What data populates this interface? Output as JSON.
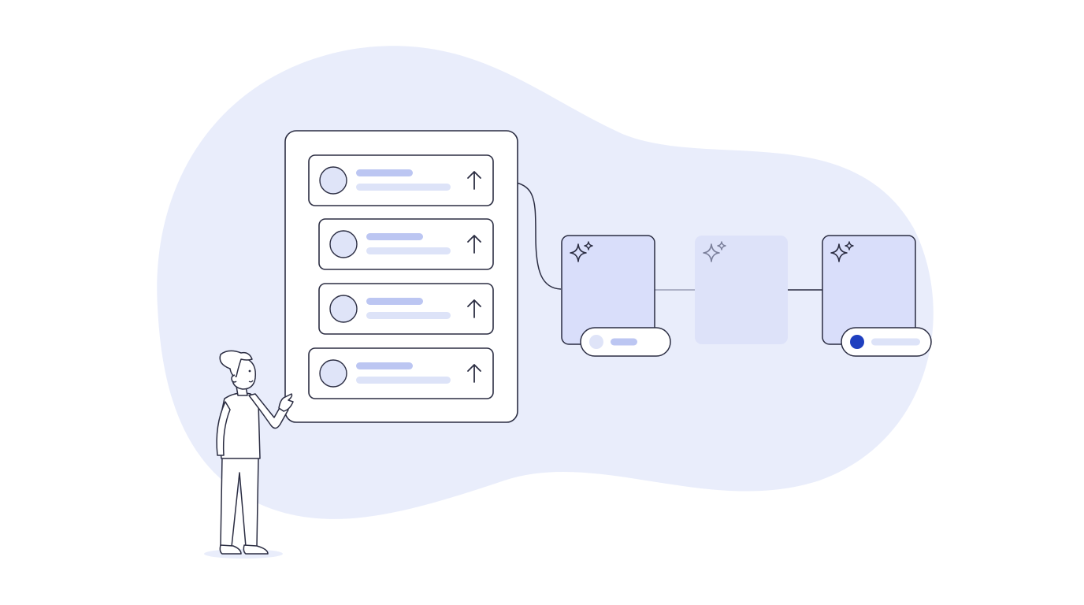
{
  "colors": {
    "background": "#ffffff",
    "blob": "#e9edfb",
    "stroke": "#2b2d42",
    "card_fill": "#ffffff",
    "node_fill": "#d9defa",
    "node_faded_fill": "#dde2f9",
    "bar_dark": "#bcc6f2",
    "bar_light": "#dde3f8",
    "avatar_fill": "#dfe4f8",
    "accent_dot": "#1f3fbf"
  },
  "list_panel": {
    "rows": [
      {
        "icon": "arrow-up-icon"
      },
      {
        "icon": "arrow-up-icon"
      },
      {
        "icon": "arrow-up-icon"
      },
      {
        "icon": "arrow-up-icon"
      }
    ]
  },
  "pipeline": {
    "nodes": [
      {
        "icon": "sparkle-icon",
        "status": "inactive"
      },
      {
        "icon": "sparkle-icon",
        "status": "faded"
      },
      {
        "icon": "sparkle-icon",
        "status": "active"
      }
    ]
  }
}
